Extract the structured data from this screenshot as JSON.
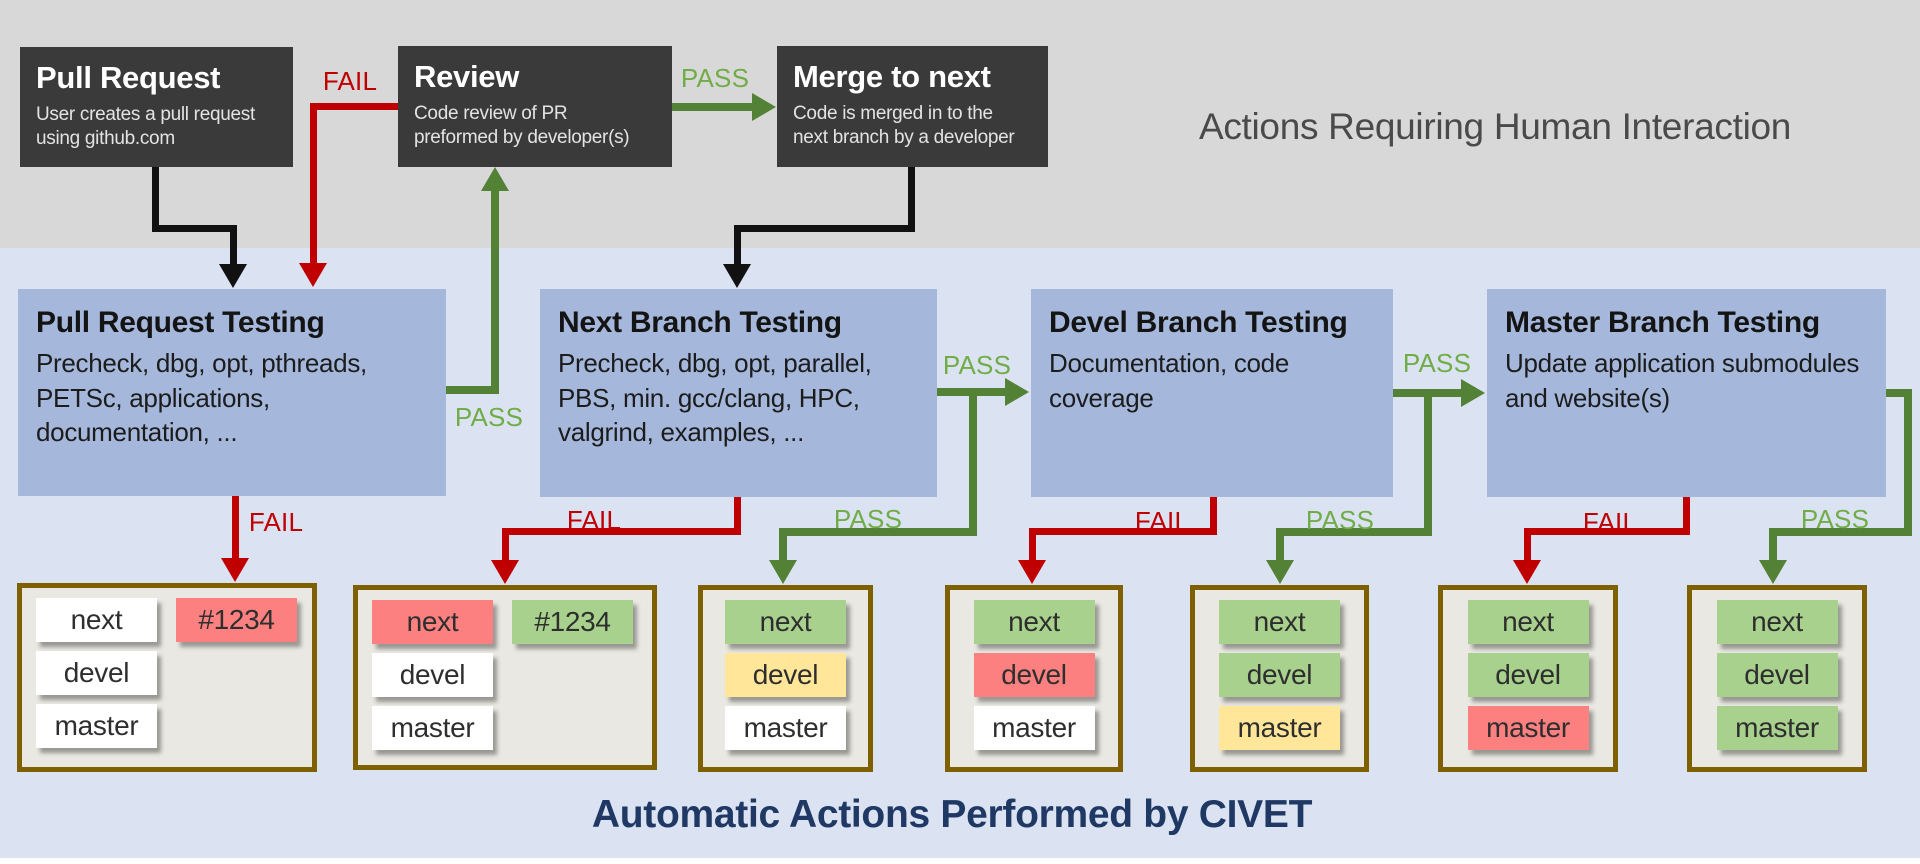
{
  "headings": {
    "human": "Actions Requiring Human Interaction",
    "automatic": "Automatic Actions Performed by CIVET"
  },
  "labels": {
    "pass": "PASS",
    "fail": "FAIL"
  },
  "human_boxes": [
    {
      "title": "Pull Request",
      "desc": "User creates a pull request using github.com"
    },
    {
      "title": "Review",
      "desc": "Code review of PR preformed by developer(s)"
    },
    {
      "title": "Merge to next",
      "desc": "Code is merged in to the next branch by a developer"
    }
  ],
  "testing_boxes": [
    {
      "title": "Pull Request Testing",
      "desc": "Precheck, dbg, opt, pthreads, PETSc, applications, documentation, ..."
    },
    {
      "title": "Next Branch Testing",
      "desc": "Precheck, dbg, opt, parallel, PBS, min. gcc/clang, HPC, valgrind, examples, ..."
    },
    {
      "title": "Devel Branch Testing",
      "desc": "Documentation, code coverage"
    },
    {
      "title": "Master Branch Testing",
      "desc": "Update application submodules and website(s)"
    }
  ],
  "status_boxes": [
    {
      "rows": [
        [
          {
            "label": "next",
            "state": "white"
          },
          {
            "label": "#1234",
            "state": "red"
          }
        ],
        [
          {
            "label": "devel",
            "state": "white"
          }
        ],
        [
          {
            "label": "master",
            "state": "white"
          }
        ]
      ]
    },
    {
      "rows": [
        [
          {
            "label": "next",
            "state": "red"
          },
          {
            "label": "#1234",
            "state": "green"
          }
        ],
        [
          {
            "label": "devel",
            "state": "white"
          }
        ],
        [
          {
            "label": "master",
            "state": "white"
          }
        ]
      ]
    },
    {
      "rows": [
        [
          {
            "label": "next",
            "state": "green"
          }
        ],
        [
          {
            "label": "devel",
            "state": "yellow"
          }
        ],
        [
          {
            "label": "master",
            "state": "white"
          }
        ]
      ]
    },
    {
      "rows": [
        [
          {
            "label": "next",
            "state": "green"
          }
        ],
        [
          {
            "label": "devel",
            "state": "red"
          }
        ],
        [
          {
            "label": "master",
            "state": "white"
          }
        ]
      ]
    },
    {
      "rows": [
        [
          {
            "label": "next",
            "state": "green"
          }
        ],
        [
          {
            "label": "devel",
            "state": "green"
          }
        ],
        [
          {
            "label": "master",
            "state": "yellow"
          }
        ]
      ]
    },
    {
      "rows": [
        [
          {
            "label": "next",
            "state": "green"
          }
        ],
        [
          {
            "label": "devel",
            "state": "green"
          }
        ],
        [
          {
            "label": "master",
            "state": "red"
          }
        ]
      ]
    },
    {
      "rows": [
        [
          {
            "label": "next",
            "state": "green"
          }
        ],
        [
          {
            "label": "devel",
            "state": "green"
          }
        ],
        [
          {
            "label": "master",
            "state": "green"
          }
        ]
      ]
    }
  ],
  "colors": {
    "pass_line_green": "#538135",
    "pass_text_green": "#70AD47",
    "fail_red": "#C00000",
    "human_band_gray": "#D8D8D8",
    "auto_band_blue": "#DBE3F3",
    "testing_box_blue": "#A5B8DC",
    "dark_box": "#3A3A3A",
    "status_border_olive": "#7E6000",
    "status_bg": "#E9E8E2",
    "badge_green": "#A9D18E",
    "badge_red": "#FC8080",
    "badge_yellow": "#FFE699",
    "badge_white": "#FFFFFF",
    "footer_navy": "#1F3864"
  }
}
